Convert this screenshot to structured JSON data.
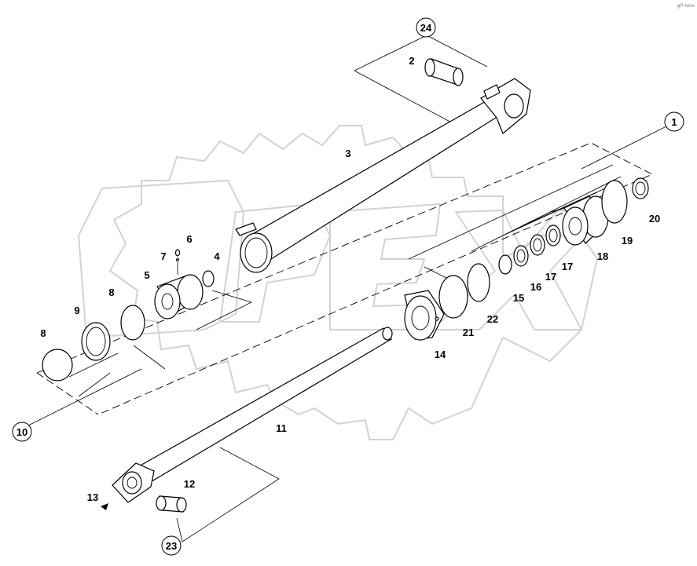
{
  "watermark": {
    "text": "OPEX"
  },
  "corner_tag": "gP-ness",
  "callouts": {
    "p1": "1",
    "p2": "2",
    "p3": "3",
    "p4": "4",
    "p5": "5",
    "p6": "6",
    "p7": "7",
    "p8a": "8",
    "p8b": "8",
    "p9": "9",
    "p10": "10",
    "p11": "11",
    "p12": "12",
    "p13": "13",
    "p14": "14",
    "p15": "15",
    "p16": "16",
    "p17a": "17",
    "p17b": "17",
    "p18": "18",
    "p19": "19",
    "p20": "20",
    "p21": "21",
    "p22": "22",
    "p23": "23",
    "p24": "24"
  }
}
